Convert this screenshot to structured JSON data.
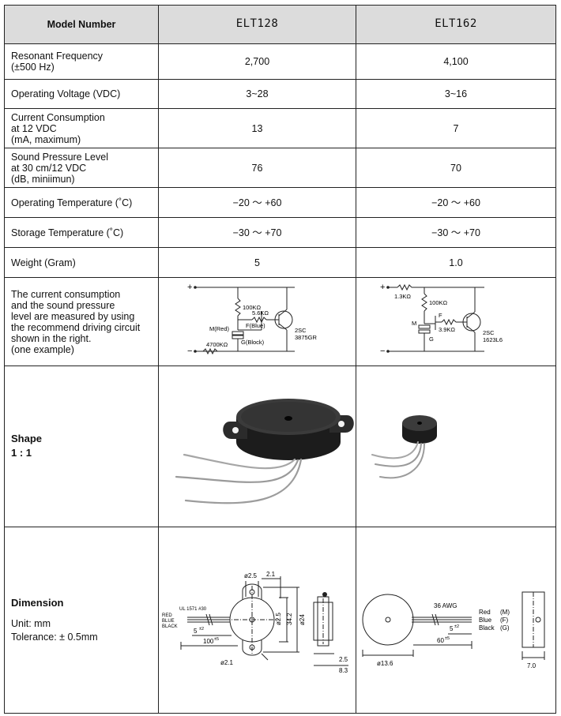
{
  "header": {
    "model_label": "Model Number",
    "model_a": "ELT128",
    "model_b": "ELT162"
  },
  "rows": [
    {
      "label_lines": [
        "Resonant Frequency",
        "(±500 Hz)"
      ],
      "a": "2,700",
      "b": "4,100"
    },
    {
      "label_lines": [
        "Operating Voltage (VDC)"
      ],
      "a": "3~28",
      "b": "3~16"
    },
    {
      "label_lines": [
        "Current Consumption",
        "at 12 VDC",
        "(mA, maximum)"
      ],
      "a": "13",
      "b": "7"
    },
    {
      "label_lines": [
        "Sound Pressure Level",
        "at 30 cm/12 VDC",
        "(dB, miniimun)"
      ],
      "a": "76",
      "b": "70"
    },
    {
      "label_lines": [
        "Operating Temperature (˚C)"
      ],
      "a": "−20 ～ +60",
      "b": "−20 ～ +60"
    },
    {
      "label_lines": [
        "Storage Temperature (˚C)"
      ],
      "a": "−30 ～ +70",
      "b": "−30 ～ +70"
    },
    {
      "label_lines": [
        "Weight (Gram)"
      ],
      "a": "5",
      "b": "1.0"
    }
  ],
  "circuit_note": [
    "The current consumption",
    "and the sound pressure",
    "level are measured by using",
    "the recommend driving circuit",
    "shown in the right.",
    "(one example)"
  ],
  "circuit_a": {
    "plus": "+",
    "minus": "−",
    "r1": "100KΩ",
    "r2": "5.6KΩ",
    "r3": "4700KΩ",
    "m": "M(Red)",
    "f": "F(Blue)",
    "g": "G(Block)",
    "tr1": "2SC",
    "tr2": "3875GR"
  },
  "circuit_b": {
    "plus": "+",
    "minus": "−",
    "r1": "1.3KΩ",
    "r2": "100KΩ",
    "r3": "3.9KΩ",
    "m": "M",
    "f": "F",
    "g": "G",
    "tr1": "2SC",
    "tr2": "1623L6"
  },
  "shape": {
    "title": "Shape",
    "scale": "1 : 1"
  },
  "dimension": {
    "title": "Dimension",
    "unit": "Unit: mm",
    "tolerance": "Tolerance: ± 0.5mm",
    "a": {
      "d1": "ø2.5",
      "d2": "2.1",
      "d3": "ø2.5",
      "d4": "ø24",
      "d5": "34.2",
      "d6": "2.5",
      "d7": "8.3",
      "d8": "ø2.1",
      "d9": "5",
      "d9t": "±2",
      "d10": "100",
      "d10t": "±5",
      "ul": "UL 1571 #30",
      "red": "RED",
      "blue": "BLUE",
      "black": "BLACK"
    },
    "b": {
      "awg": "36 AWG",
      "red": "Red",
      "blue": "Blue",
      "black": "Black",
      "m": "(M)",
      "f": "(F)",
      "g": "(G)",
      "d1": "5",
      "d1t": "±2",
      "d2": "60",
      "d2t": "±5",
      "d3": "ø13.6",
      "d4": "7.0"
    }
  }
}
